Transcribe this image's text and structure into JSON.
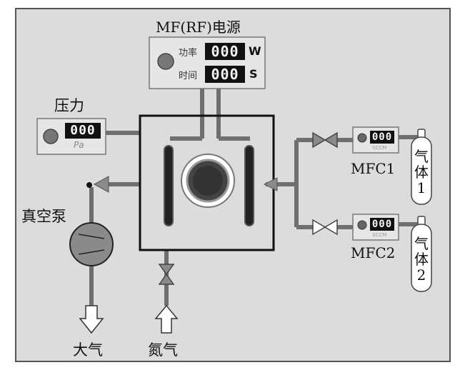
{
  "power_supply": {
    "title": "MF(RF)电源",
    "power_label": "功率",
    "power_value": "000",
    "power_unit": "W",
    "time_label": "时间",
    "time_value": "000",
    "time_unit": "S"
  },
  "pressure": {
    "title": "压力",
    "value": "000",
    "unit": "Pa"
  },
  "pump": {
    "label": "真空泵"
  },
  "atmosphere": {
    "label": "大气"
  },
  "nitrogen": {
    "label": "氮气"
  },
  "mfc1": {
    "label": "MFC1",
    "value": "000",
    "sublabel": "SCCM"
  },
  "mfc2": {
    "label": "MFC2",
    "value": "000",
    "sublabel": "SCCM"
  },
  "gas1": {
    "char1": "气",
    "char2": "体",
    "char3": "1"
  },
  "gas2": {
    "char1": "气",
    "char2": "体",
    "char3": "2"
  },
  "colors": {
    "panel_bg": "#dcdcdc",
    "pipe": "#6f6f6f",
    "arrow": "#8a8a8a",
    "digit_bg": "#111111"
  }
}
